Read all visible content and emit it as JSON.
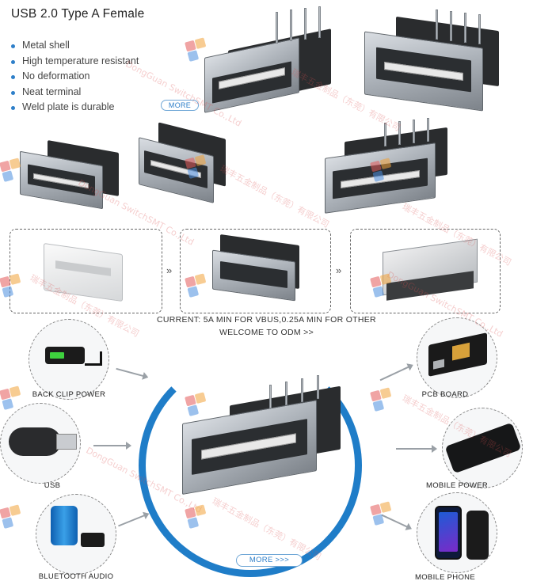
{
  "header": {
    "title": "USB 2.0 Type A Female"
  },
  "features": [
    "Metal shell",
    "High temperature resistant",
    "No deformation",
    "Neat terminal",
    "Weld plate is durable"
  ],
  "buttons": {
    "more_top": "MORE",
    "more_bottom": "MORE >>>"
  },
  "captions": {
    "current": "CURRENT: 5A MIN FOR VBUS,0.25A MIN FOR OTHER",
    "odm": "WELCOME TO ODM  >>"
  },
  "applications": [
    {
      "label": "BACK CLIP POWER"
    },
    {
      "label": "USB"
    },
    {
      "label": "BLUETOOTH AUDIO"
    },
    {
      "label": "PCB BOARD"
    },
    {
      "label": "MOBILE POWER"
    },
    {
      "label": "MOBILE PHONE"
    }
  ],
  "watermark": {
    "company_cn": "瑞丰五金制品（东莞）有限公司",
    "company_en": "DongGuan SwitchSMT Co.,Ltd"
  },
  "colors": {
    "accent": "#1f7dc8",
    "bullet": "#2e7fc9",
    "watermark": "#dc5050"
  }
}
